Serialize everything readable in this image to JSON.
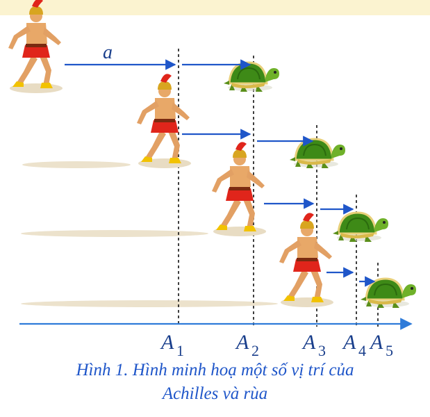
{
  "distance_label": "a",
  "points": [
    {
      "letter": "A",
      "sub": "1"
    },
    {
      "letter": "A",
      "sub": "2"
    },
    {
      "letter": "A",
      "sub": "3"
    },
    {
      "letter": "A",
      "sub": "4"
    },
    {
      "letter": "A",
      "sub": "5"
    }
  ],
  "caption": {
    "line1": "Hình 1. Hình minh hoạ một số vị trí của",
    "line2": "Achilles và rùa"
  },
  "colors": {
    "arrow": "#1f56c9",
    "axis": "#2f7bd9",
    "label": "#1a3f8c",
    "caption": "#1f56c9"
  }
}
